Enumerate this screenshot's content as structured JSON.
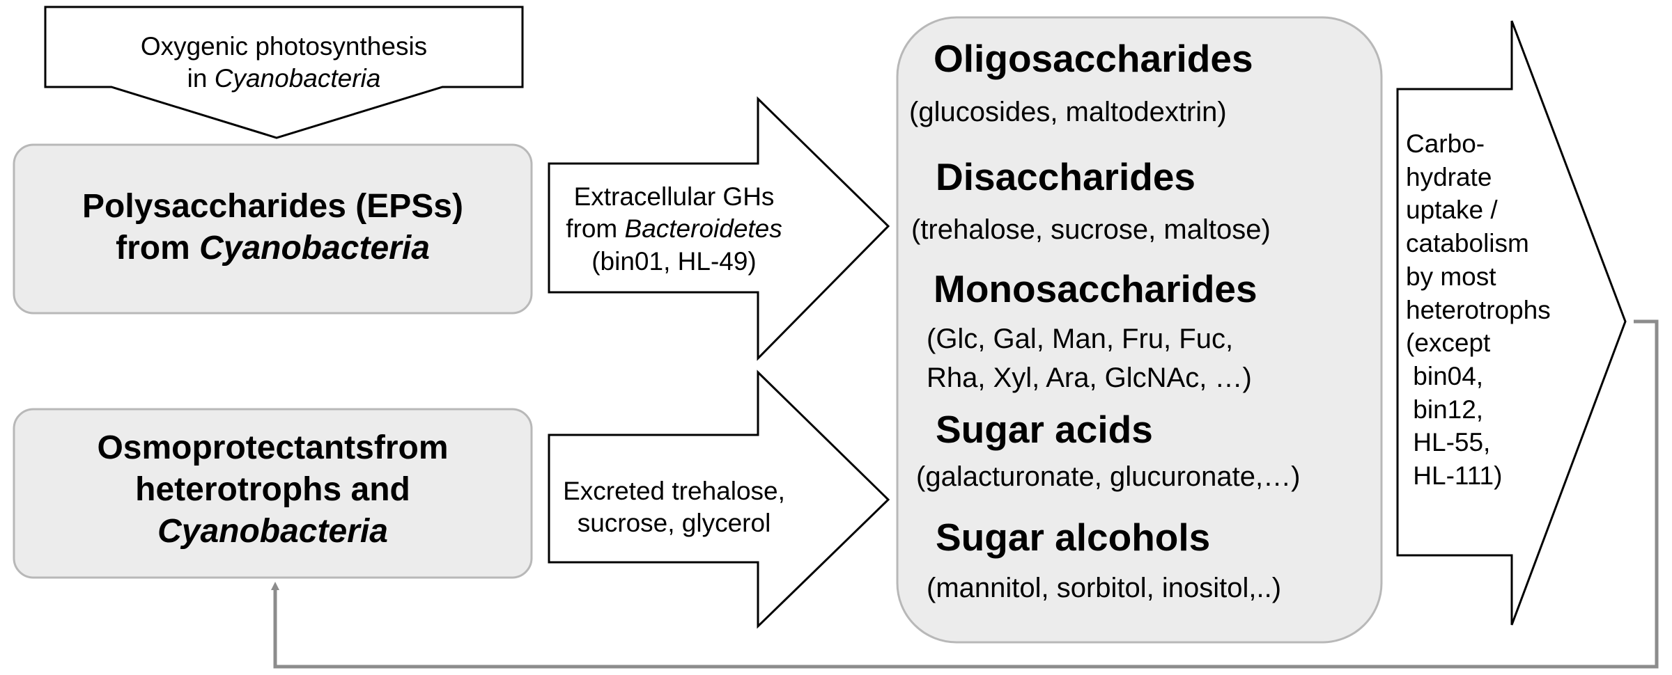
{
  "top_arrow": {
    "line1": "Oxygenic photosynthesis",
    "line2_prefix": "in ",
    "line2_italic": "Cyanobacteria"
  },
  "eps_box": {
    "line1": "Polysaccharides (EPSs)",
    "line2_prefix": "from ",
    "line2_italic": "Cyanobacteria"
  },
  "osmo_box": {
    "line1": "Osmoprotectantsfrom",
    "line2": "heterotrophs and",
    "line3_italic": "Cyanobacteria"
  },
  "gh_arrow": {
    "line1": "Extracellular GHs",
    "line2_prefix": "from ",
    "line2_italic": "Bacteroidetes",
    "line3": "(bin01, HL-49)"
  },
  "excreted_arrow": {
    "line1": "Excreted trehalose,",
    "line2": "sucrose, glycerol"
  },
  "categories": [
    {
      "name": "Oligosaccharides",
      "details": [
        "(glucosides, maltodextrin)"
      ]
    },
    {
      "name": "Disaccharides",
      "details": [
        "(trehalose, sucrose, maltose)"
      ]
    },
    {
      "name": "Monosaccharides",
      "details": [
        "(Glc, Gal, Man, Fru, Fuc,",
        "Rha, Xyl, Ara, GlcNAc, …)"
      ]
    },
    {
      "name": "Sugar acids",
      "details": [
        "(galacturonate, glucuronate,…)"
      ]
    },
    {
      "name": "Sugar alcohols",
      "details": [
        "(mannitol, sorbitol, inositol,..)"
      ]
    }
  ],
  "uptake_arrow": {
    "lines": [
      "Carbo-",
      "hydrate",
      "uptake /",
      "catabolism",
      "by most",
      "heterotrophs",
      "(except",
      " bin04,",
      " bin12,",
      " HL-55,",
      " HL-111)"
    ]
  },
  "colors": {
    "box_fill": "#ececec",
    "box_stroke": "#b8b8b8",
    "arrow_stroke": "#000000",
    "feedback_line": "#8c8c8c"
  }
}
